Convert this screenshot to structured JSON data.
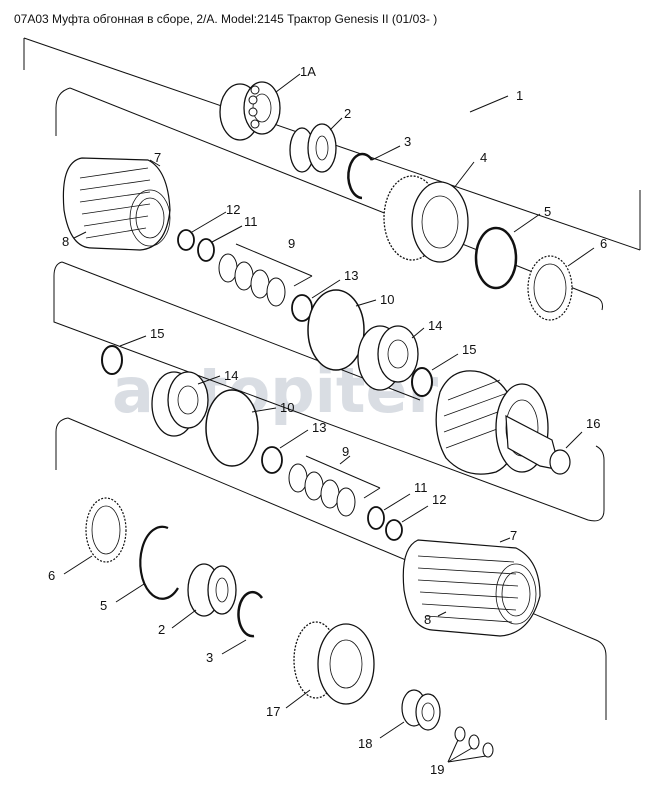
{
  "title": "07A03 Муфта обгонная в сборе, 2/A. Model:2145 Трактор Genesis II (01/03- )",
  "watermark": "autopiter",
  "callouts": {
    "c_1a": "1A",
    "c_1": "1",
    "c_2_top": "2",
    "c_3_top": "3",
    "c_4": "4",
    "c_5_top": "5",
    "c_6_top": "6",
    "c_7_top": "7",
    "c_8_top": "8",
    "c_12_top": "12",
    "c_11_top": "11",
    "c_9_top": "9",
    "c_13_top": "13",
    "c_10_top": "10",
    "c_14_top": "14",
    "c_15_top": "15",
    "c_15_mid": "15",
    "c_14_mid": "14",
    "c_10_mid": "10",
    "c_13_mid": "13",
    "c_9_mid": "9",
    "c_16": "16",
    "c_11_mid": "11",
    "c_12_mid": "12",
    "c_7_bot": "7",
    "c_8_bot": "8",
    "c_6_bot": "6",
    "c_5_bot": "5",
    "c_2_bot": "2",
    "c_3_bot": "3",
    "c_17": "17",
    "c_18": "18",
    "c_19": "19"
  }
}
